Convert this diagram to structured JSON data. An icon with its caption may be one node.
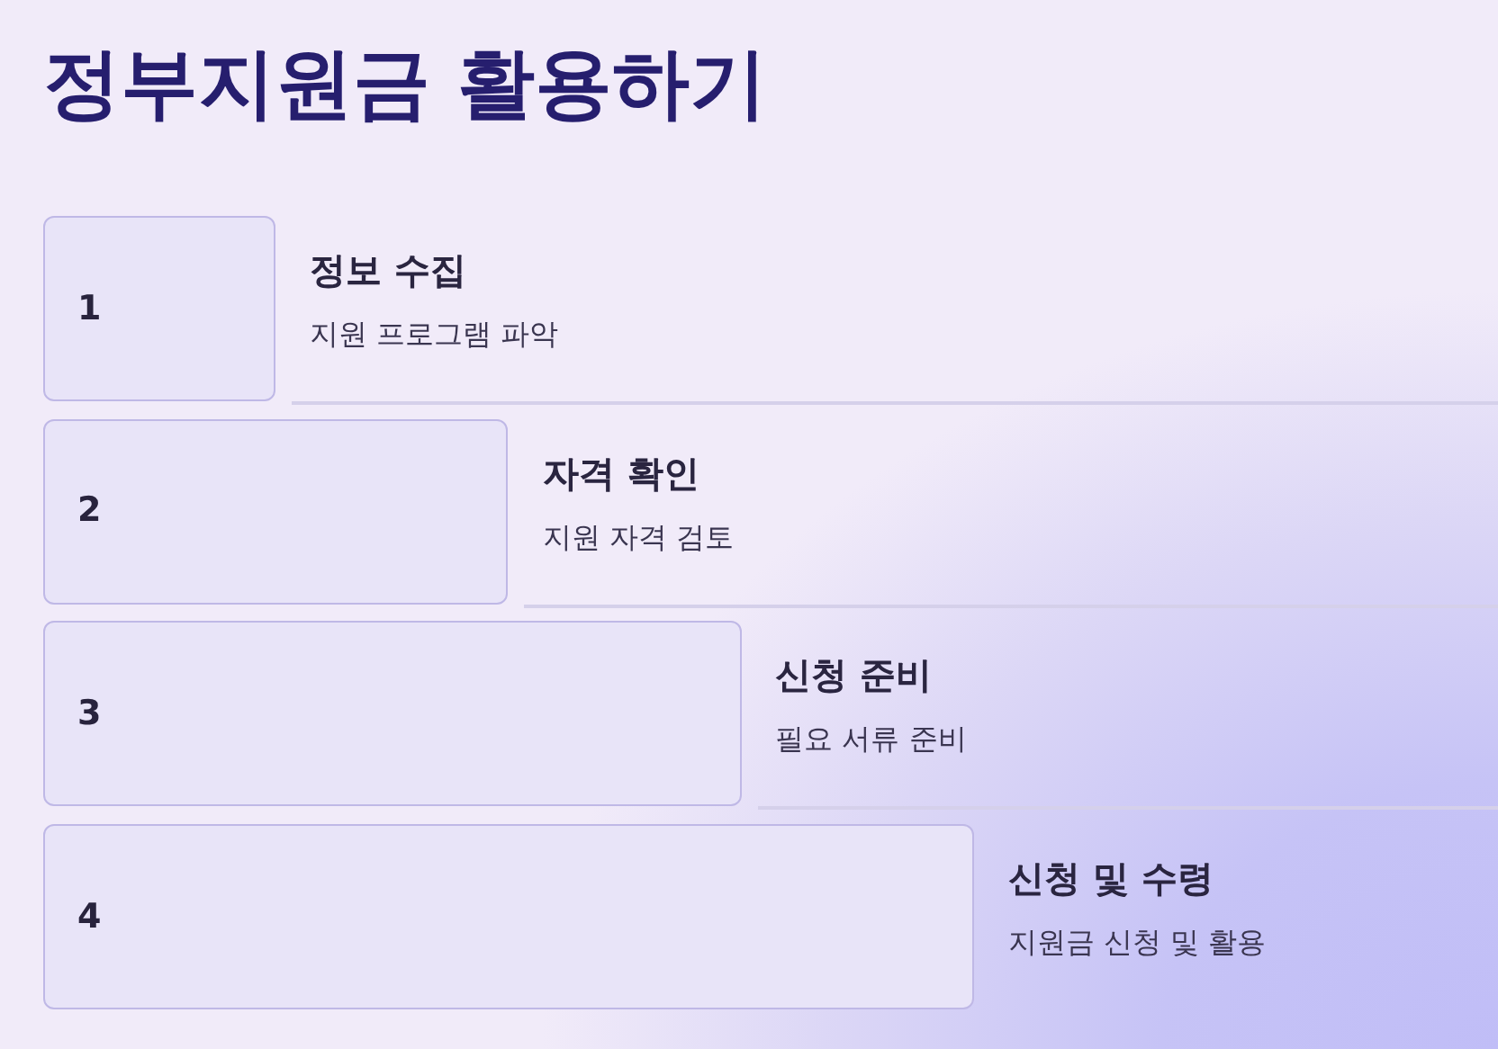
{
  "diagram": {
    "title": "정부지원금 활용하기",
    "nodes": [
      {
        "text": [
          "1"
        ],
        "beside": [
          "정보 수집",
          "지원 프로그램 파악"
        ]
      },
      {
        "text": [
          "2"
        ],
        "beside": [
          "자격 확인",
          "지원 자격 검토"
        ]
      },
      {
        "text": [
          "3"
        ],
        "beside": [
          "신청 준비",
          "필요 서류 준비"
        ]
      },
      {
        "text": [
          "4"
        ],
        "beside": [
          "신청 및 수령",
          "지원금 신청 및 활용"
        ]
      }
    ]
  }
}
